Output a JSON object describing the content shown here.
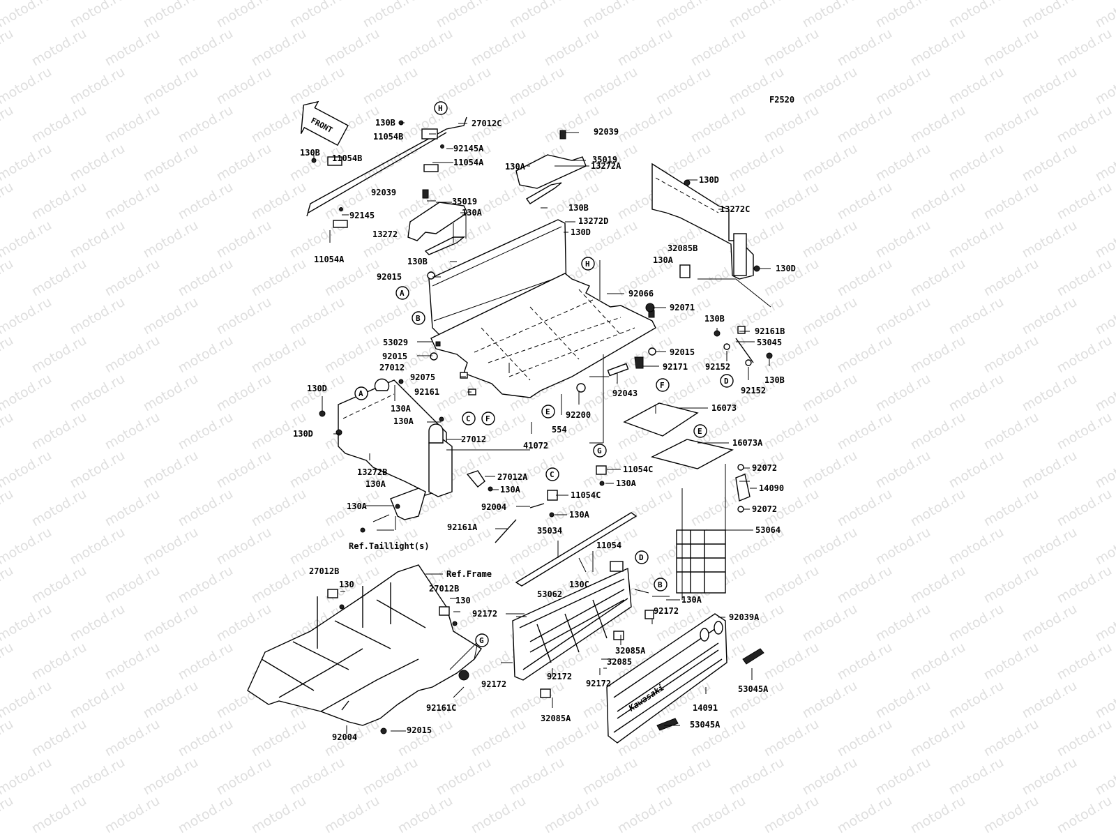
{
  "watermark": "motod.ru",
  "figure_code": "F2520",
  "front_arrow": "FRONT",
  "logo_text": "Kawasaki",
  "callouts": {
    "A1": "A",
    "A2": "A",
    "B1": "B",
    "B2": "B",
    "C1": "C",
    "C2": "C",
    "D1": "D",
    "D2": "D",
    "E1": "E",
    "E2": "E",
    "F1": "F",
    "F2": "F",
    "G1": "G",
    "G2": "G",
    "H1": "H",
    "H2": "H"
  },
  "labels": {
    "p130B_1": "130B",
    "p11054B_1": "11054B",
    "p27012C": "27012C",
    "p92145A": "92145A",
    "p11054A_1": "11054A",
    "p130B_2": "130B",
    "p11054B_2": "11054B",
    "p92039_1": "92039",
    "p35019_1": "35019",
    "p92145": "92145",
    "p11054A_2": "11054A",
    "p13272": "13272",
    "p92039_2": "92039",
    "p35019_2": "35019",
    "p130A_1": "130A",
    "p13272A": "13272A",
    "p130A_2": "130A",
    "p130B_3": "130B",
    "p13272D": "13272D",
    "p130D_1": "130D",
    "p130B_4": "130B",
    "p130D_2": "130D",
    "p13272C": "13272C",
    "p32085B": "32085B",
    "p130A_3": "130A",
    "p130D_3": "130D",
    "p92015_1": "92015",
    "p92066": "92066",
    "p92071": "92071",
    "p130B_5": "130B",
    "p92161B": "92161B",
    "p53045": "53045",
    "p53029": "53029",
    "p92015_2": "92015",
    "p92015_3": "92015",
    "p92152_1": "92152",
    "p130B_6": "130B",
    "p92152_2": "92152",
    "p27012_1": "27012",
    "p92075": "92075",
    "p92171": "92171",
    "p92161": "92161",
    "p92043": "92043",
    "p130D_4": "130D",
    "p130A_4": "130A",
    "p130A_5": "130A",
    "p92200": "92200",
    "p554": "554",
    "p16073": "16073",
    "p130D_5": "130D",
    "p27012_2": "27012",
    "p41072": "41072",
    "p16073A": "16073A",
    "p13272B": "13272B",
    "p27012A": "27012A",
    "p130A_6": "130A",
    "p11054C_1": "11054C",
    "p130A_7": "130A",
    "p92072_1": "92072",
    "p130A_8": "130A",
    "p11054C_2": "11054C",
    "p14090": "14090",
    "p130A_9": "130A",
    "p92004_1": "92004",
    "p130A_10": "130A",
    "p92072_2": "92072",
    "p92161A": "92161A",
    "p35034": "35034",
    "p53064": "53064",
    "p11054": "11054",
    "pRefTail": "Ref.Taillight(s)",
    "p27012B_1": "27012B",
    "pRefFrame": "Ref.Frame",
    "p130_1": "130",
    "p130C": "130C",
    "p27012B_2": "27012B",
    "p130A_11": "130A",
    "p130_2": "130",
    "p53062": "53062",
    "p92172_1": "92172",
    "p92172_2": "92172",
    "p92039A": "92039A",
    "p32085A_1": "32085A",
    "p32085": "32085",
    "p92172_3": "92172",
    "p92172_4": "92172",
    "p92172_5": "92172",
    "p53045A_1": "53045A",
    "p92161C": "92161C",
    "p14091": "14091",
    "p32085A_2": "32085A",
    "p53045A_2": "53045A",
    "p92004_2": "92004",
    "p92015_4": "92015"
  }
}
